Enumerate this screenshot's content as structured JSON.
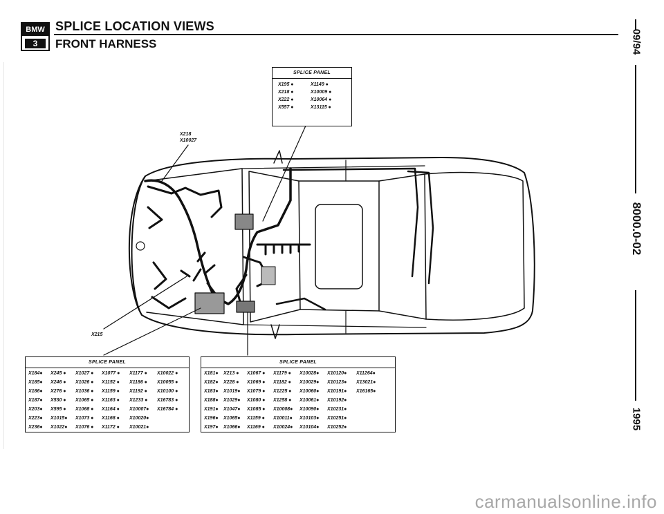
{
  "header": {
    "logo_brand": "BMW",
    "logo_series": "3",
    "title": "SPLICE LOCATION VIEWS",
    "subtitle": "FRONT HARNESS"
  },
  "side": {
    "date": "09/94",
    "page_number": "8000.0-02",
    "year": "1995"
  },
  "labels": {
    "callout_top": [
      "X218",
      "X10027"
    ],
    "callout_left": "X215"
  },
  "panels": {
    "top": {
      "title": "SPLICE PANEL",
      "columns": [
        [
          "X195 ●",
          "X218 ●",
          "X222 ●",
          "X557 ●"
        ],
        [
          "X1149 ●",
          "X10009 ●",
          "X10064 ●",
          "X13115 ●"
        ]
      ]
    },
    "left": {
      "title": "SPLICE PANEL",
      "columns": [
        [
          "X184●",
          "X185●",
          "X186●",
          "X187●",
          "X203●",
          "X223●",
          "X236●"
        ],
        [
          "X245 ●",
          "X246 ●",
          "X276 ●",
          "X530 ●",
          "X595 ●",
          "X1015●",
          "X1022●"
        ],
        [
          "X1027 ●",
          "X1026 ●",
          "X1036 ●",
          "X1065 ●",
          "X1068 ●",
          "X1073 ●",
          "X1076 ●"
        ],
        [
          "X1077 ●",
          "X1152 ●",
          "X1159 ●",
          "X1163 ●",
          "X1164 ●",
          "X1168 ●",
          "X1172 ●"
        ],
        [
          "X1177 ●",
          "X1186 ●",
          "X1192 ●",
          "X1233 ●",
          "X10007●",
          "X10020●",
          "X10021●"
        ],
        [
          "X10022 ●",
          "X10055 ●",
          "X10100 ●",
          "X16783 ●",
          "X16784 ●"
        ]
      ]
    },
    "right": {
      "title": "SPLICE PANEL",
      "columns": [
        [
          "X181●",
          "X182●",
          "X183●",
          "X188●",
          "X191●",
          "X196●",
          "X197●"
        ],
        [
          "X213 ●",
          "X228 ●",
          "X1019●",
          "X1029●",
          "X1047●",
          "X1065●",
          "X1066●"
        ],
        [
          "X1067 ●",
          "X1069 ●",
          "X1079 ●",
          "X1080 ●",
          "X1085 ●",
          "X1159 ●",
          "X1169 ●"
        ],
        [
          "X1179 ●",
          "X1182 ●",
          "X1225 ●",
          "X1258 ●",
          "X10008●",
          "X10011●",
          "X10024●"
        ],
        [
          "X10028●",
          "X10029●",
          "X10060●",
          "X10061●",
          "X10090●",
          "X10103●",
          "X10104●"
        ],
        [
          "X10120●",
          "X10123●",
          "X10191●",
          "X10192●",
          "X10231●",
          "X10251●",
          "X10252●"
        ],
        [
          "X11264●",
          "X13021●",
          "X16165●"
        ]
      ]
    }
  },
  "watermark": "carmanualsonline.info"
}
